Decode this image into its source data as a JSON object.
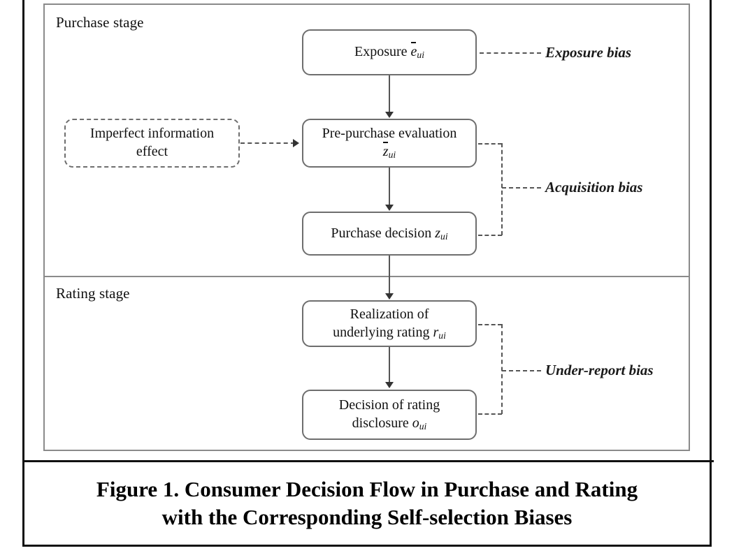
{
  "figure": {
    "caption_line1": "Figure 1. Consumer Decision Flow in Purchase and Rating",
    "caption_line2": "with the Corresponding Self-selection Biases",
    "stages": {
      "purchase_label": "Purchase stage",
      "rating_label": "Rating stage"
    },
    "nodes": {
      "exposure": {
        "text": "Exposure",
        "symbol": "e",
        "symbol_overbar": true,
        "subscript": "ui",
        "style": "solid"
      },
      "imperfect": {
        "line1": "Imperfect information",
        "line2": "effect",
        "style": "dashed"
      },
      "preeval": {
        "text": "Pre-purchase evaluation",
        "symbol": "z",
        "symbol_overbar": true,
        "subscript": "ui",
        "style": "solid"
      },
      "purchasedec": {
        "text": "Purchase decision",
        "symbol": "z",
        "symbol_overbar": false,
        "subscript": "ui",
        "style": "solid"
      },
      "realization": {
        "line1": "Realization of",
        "line2": "underlying rating",
        "symbol": "r",
        "symbol_overbar": false,
        "subscript": "ui",
        "style": "solid"
      },
      "disclosure": {
        "line1": "Decision of rating",
        "line2": "disclosure",
        "symbol": "o",
        "symbol_overbar": false,
        "subscript": "ui",
        "style": "solid"
      }
    },
    "bias_labels": {
      "exposure_bias": "Exposure bias",
      "acquisition_bias": "Acquisition bias",
      "underreport_bias": "Under-report bias"
    },
    "colors": {
      "frame": "#111111",
      "inner_border": "#8a8a8a",
      "node_border": "#6e6e6e",
      "connector": "#555555",
      "text": "#1a1a1a",
      "background": "#ffffff"
    }
  }
}
